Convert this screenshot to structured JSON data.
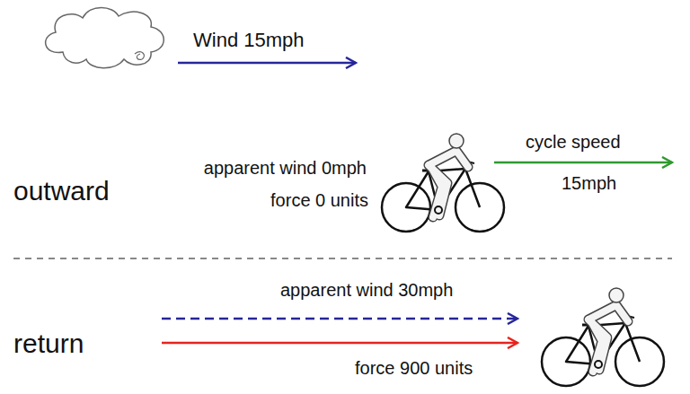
{
  "diagram": {
    "labels": [
      "Wind 15mph",
      "apparent wind 0mph",
      "force 0 units",
      "cycle speed",
      "15mph",
      "outward",
      "apparent wind 30mph",
      "return",
      "force 900 units"
    ]
  }
}
